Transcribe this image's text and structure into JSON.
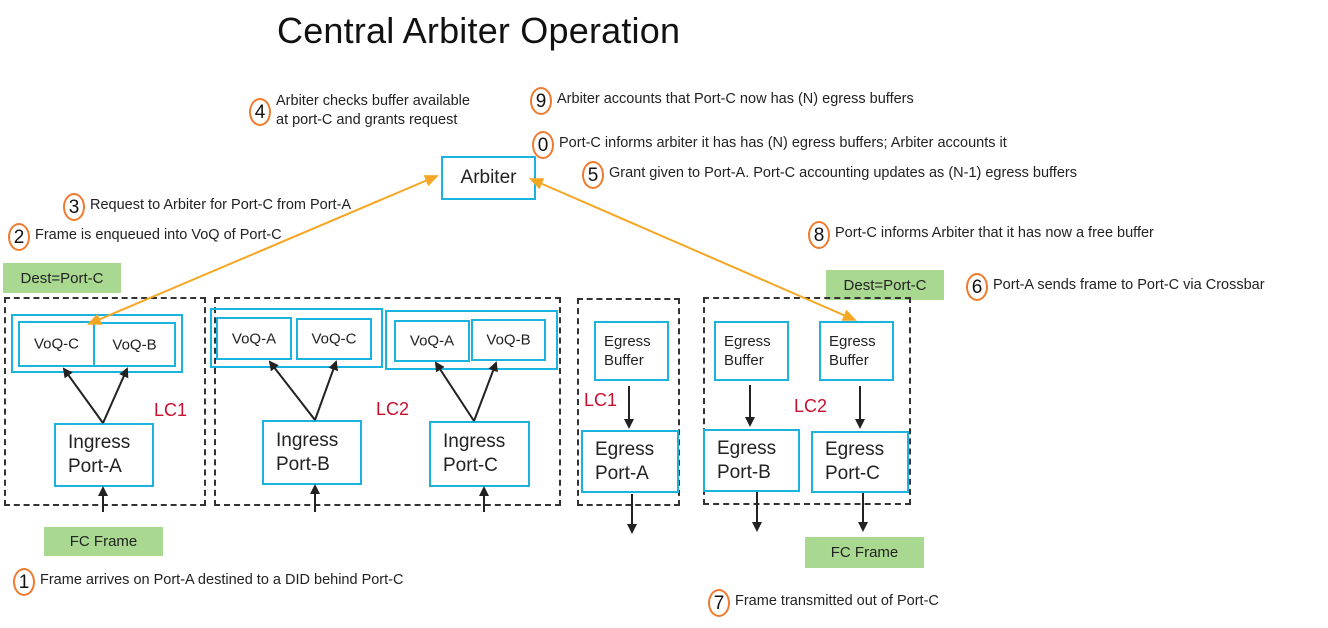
{
  "title": "Central Arbiter Operation",
  "colors": {
    "box_border": "#1ab3e0",
    "arrow_orange": "#f5a623",
    "badge_orange": "#f07a2e",
    "tag_green": "#a9d990",
    "lc_red": "#c8102e"
  },
  "arbiter": {
    "label": "Arbiter"
  },
  "tags": {
    "dest_left": "Dest=Port-C",
    "dest_right": "Dest=Port-C",
    "fc_left": "FC Frame",
    "fc_right": "FC Frame"
  },
  "steps": [
    {
      "num": "1",
      "text": "Frame arrives on Port-A destined to a DID behind Port-C"
    },
    {
      "num": "2",
      "text": "Frame is enqueued into VoQ of Port-C"
    },
    {
      "num": "3",
      "text": "Request to Arbiter for Port-C from Port-A"
    },
    {
      "num": "4",
      "line1": "Arbiter checks buffer available",
      "line2": "at port-C and grants request"
    },
    {
      "num": "5",
      "text": "Grant given to Port-A. Port-C accounting updates as (N-1) egress buffers"
    },
    {
      "num": "6",
      "text": "Port-A sends frame to Port-C via Crossbar"
    },
    {
      "num": "7",
      "text": "Frame transmitted out of Port-C"
    },
    {
      "num": "8",
      "text": "Port-C informs Arbiter that it has now a free buffer"
    },
    {
      "num": "9",
      "text": "Arbiter accounts that Port-C now has (N) egress buffers"
    },
    {
      "num": "0",
      "text": "Port-C informs arbiter it has has (N) egress buffers; Arbiter accounts it"
    }
  ],
  "ingress": {
    "lc1": {
      "label": "LC1",
      "voqs": [
        "VoQ-C",
        "VoQ-B"
      ],
      "port": [
        "Ingress",
        "Port-A"
      ]
    },
    "lc2": {
      "label": "LC2",
      "groupB": {
        "voqs": [
          "VoQ-A",
          "VoQ-C"
        ],
        "port": [
          "Ingress",
          "Port-B"
        ]
      },
      "groupC": {
        "voqs": [
          "VoQ-A",
          "VoQ-B"
        ],
        "port": [
          "Ingress",
          "Port-C"
        ]
      }
    }
  },
  "egress": {
    "lc1": {
      "label": "LC1",
      "buffer": [
        "Egress",
        "Buffer"
      ],
      "port": [
        "Egress",
        "Port-A"
      ]
    },
    "lc2": {
      "label": "LC2",
      "b": {
        "buffer": [
          "Egress",
          "Buffer"
        ],
        "port": [
          "Egress",
          "Port-B"
        ]
      },
      "c": {
        "buffer": [
          "Egress",
          "Buffer"
        ],
        "port": [
          "Egress",
          "Port-C"
        ]
      }
    }
  }
}
